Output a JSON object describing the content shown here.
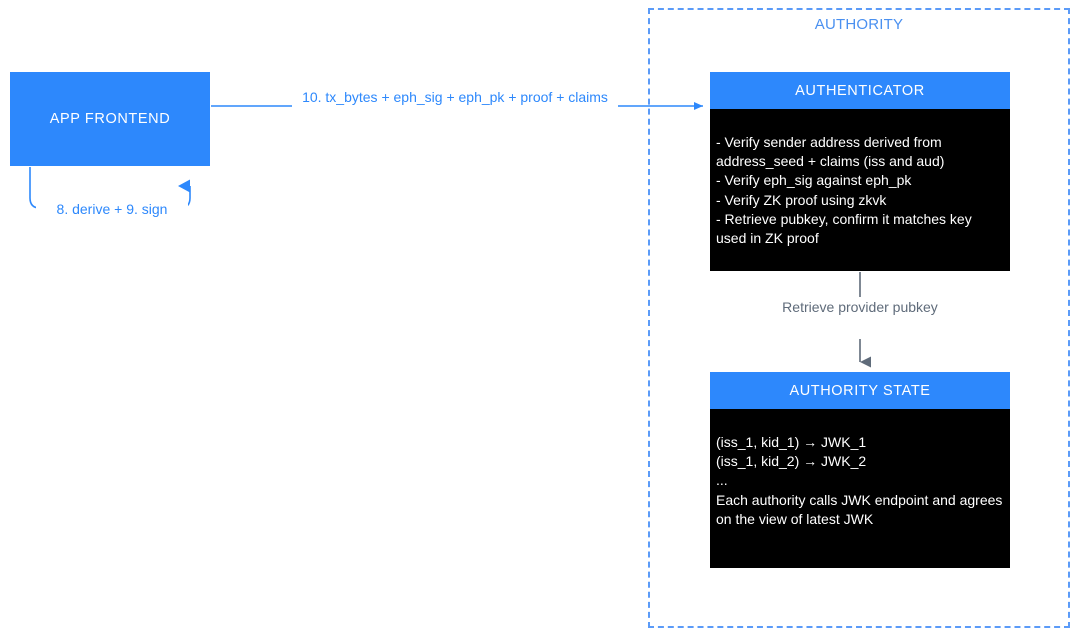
{
  "diagram": {
    "type": "flowchart",
    "background": "#ffffff",
    "colors": {
      "brand_blue": "#2d88fc",
      "dashed_border_blue": "#5b9bf8",
      "title_blue": "#4a90f0",
      "box_body_black": "#000000",
      "gray_edge": "#5f6b7a",
      "white_text": "#ffffff"
    }
  },
  "authority_zone": {
    "title": "AUTHORITY"
  },
  "app_frontend": {
    "title": "APP FRONTEND"
  },
  "authenticator": {
    "title": "AUTHENTICATOR",
    "body": "- Verify sender address derived from address_seed + claims (iss and aud)\n- Verify eph_sig against eph_pk\n- Verify ZK proof using zkvk\n- Retrieve pubkey, confirm it matches key used in ZK proof",
    "body_lines": [
      "- Verify sender address derived from address_seed + claims (iss and aud)",
      "- Verify eph_sig against eph_pk",
      "- Verify ZK proof using zkvk",
      "- Retrieve pubkey, confirm it matches key used in ZK proof"
    ]
  },
  "authority_state": {
    "title": "AUTHORITY STATE",
    "body": "(iss_1, kid_1) → JWK_1\n(iss_1, kid_2) → JWK_2\n...\nEach authority calls JWK endpoint and agrees on the view of latest JWK",
    "body_lines": [
      "(iss_1, kid_1) → JWK_1",
      "(iss_1, kid_2) → JWK_2",
      "...",
      "Each authority calls JWK endpoint and agrees on the view of latest JWK"
    ]
  },
  "edges": {
    "frontend_to_authenticator": {
      "label": "10. tx_bytes + eph_sig + eph_pk + proof + claims",
      "color": "#2d88fc",
      "arrow": "right"
    },
    "frontend_self_loop": {
      "label": "8. derive + 9. sign",
      "color": "#2d88fc",
      "arrow": "up"
    },
    "authenticator_to_state": {
      "label": "Retrieve provider pubkey",
      "color": "#5f6b7a",
      "arrow": "down"
    }
  }
}
